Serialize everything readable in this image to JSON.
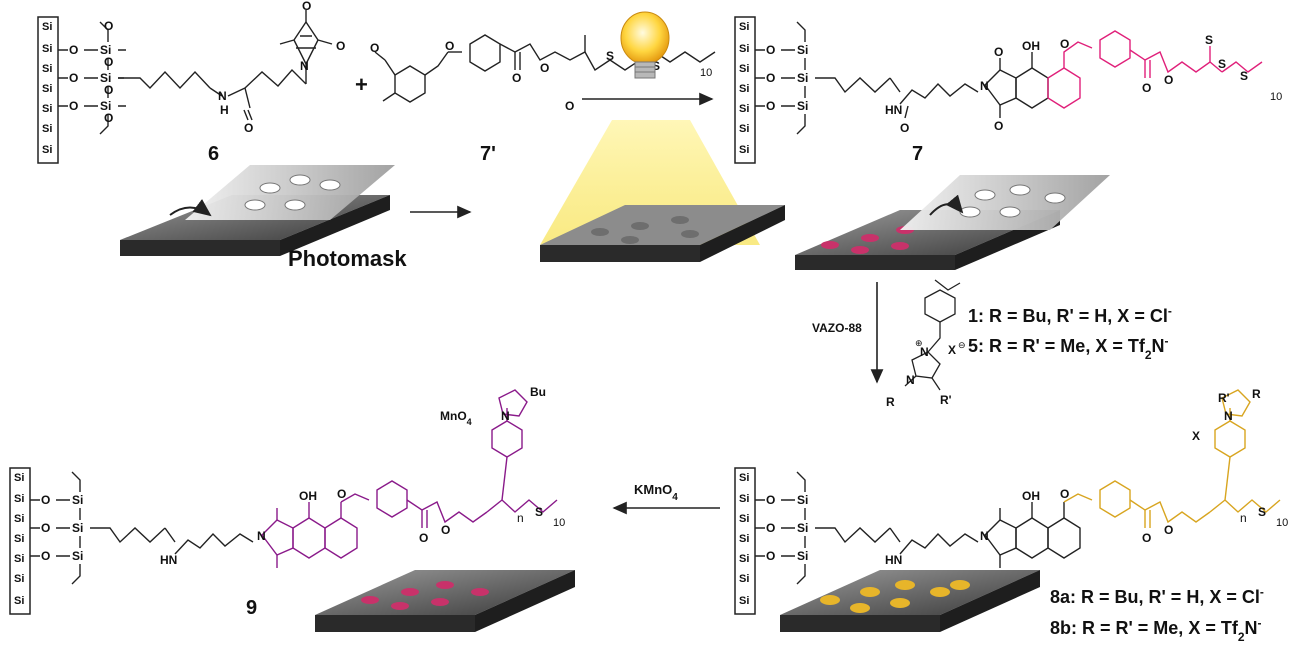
{
  "compounds": {
    "c6": "6",
    "c7p": "7'",
    "c7": "7",
    "c9": "9"
  },
  "photomask_label": "Photomask",
  "reagents": {
    "vazo": "VAZO-88",
    "kmno4_k": "KMnO",
    "kmno4_sub": "4"
  },
  "monomers": {
    "line1": "1: R = Bu, R' = H, X = Cl",
    "line1_sup": "-",
    "line5_a": "5: R = R' = Me, X = Tf",
    "line5_sub": "2",
    "line5_b": "N",
    "line5_sup": "-"
  },
  "products": {
    "line8a": "8a: R = Bu, R' = H, X = Cl",
    "line8a_sup": "-",
    "line8b_a": "8b: R = R' = Me, X = Tf",
    "line8b_sub": "2",
    "line8b_b": "N",
    "line8b_sup": "-"
  },
  "atoms": {
    "si": "Si",
    "o": "O",
    "oh": "OH",
    "n": "N",
    "hn": "HN",
    "h": "H",
    "s": "S",
    "ten": "10",
    "n_sub": "n",
    "bu": "Bu",
    "r": "R",
    "rp": "R'",
    "x": "X",
    "mno4": "MnO",
    "mno4_sub": "4"
  },
  "colors": {
    "magenta": "#e0207a",
    "purple": "#8a1a8a",
    "gold": "#d8a520",
    "dot_magenta": "#c8326a",
    "dot_gold": "#e7b52a"
  }
}
